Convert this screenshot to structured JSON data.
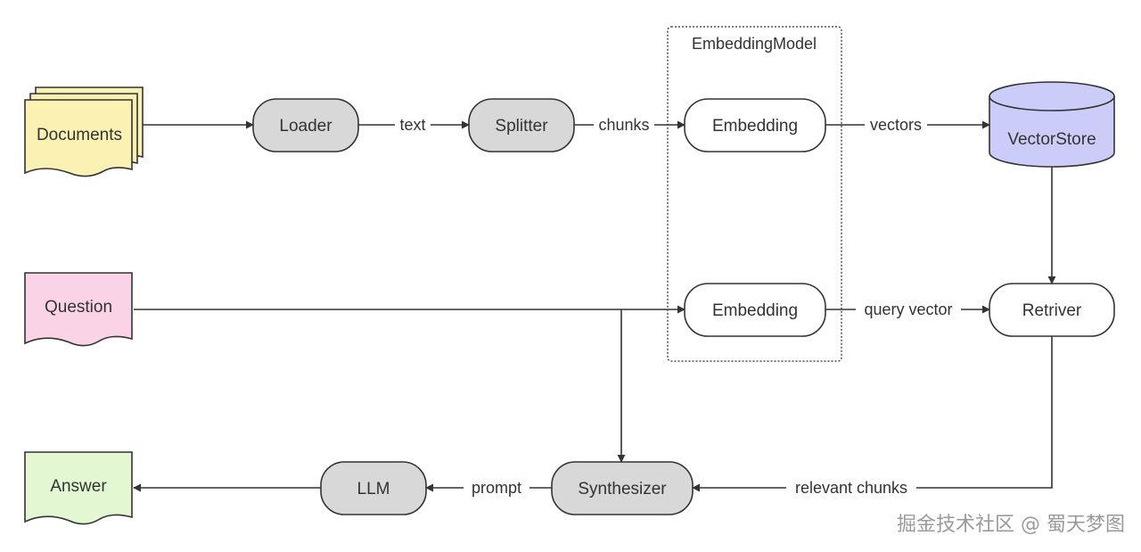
{
  "group": {
    "label": "EmbeddingModel"
  },
  "nodes": {
    "documents": {
      "label": "Documents",
      "fill": "#fbf1b3"
    },
    "loader": {
      "label": "Loader",
      "fill": "#d8d8d8"
    },
    "splitter": {
      "label": "Splitter",
      "fill": "#d8d8d8"
    },
    "embedding_docs": {
      "label": "Embedding",
      "fill": "#ffffff"
    },
    "vectorstore": {
      "label": "VectorStore",
      "fill": "#ccccf8"
    },
    "question": {
      "label": "Question",
      "fill": "#fbd3e6"
    },
    "embedding_query": {
      "label": "Embedding",
      "fill": "#ffffff"
    },
    "retriver": {
      "label": "Retriver",
      "fill": "#ffffff"
    },
    "answer": {
      "label": "Answer",
      "fill": "#e3f7d3"
    },
    "llm": {
      "label": "LLM",
      "fill": "#d8d8d8"
    },
    "synthesizer": {
      "label": "Synthesizer",
      "fill": "#d8d8d8"
    }
  },
  "edges": {
    "text": "text",
    "chunks": "chunks",
    "vectors": "vectors",
    "query_vector": "query vector",
    "relevant_chunks": "relevant chunks",
    "prompt": "prompt"
  },
  "watermark": "掘金技术社区 @ 蜀天梦图"
}
